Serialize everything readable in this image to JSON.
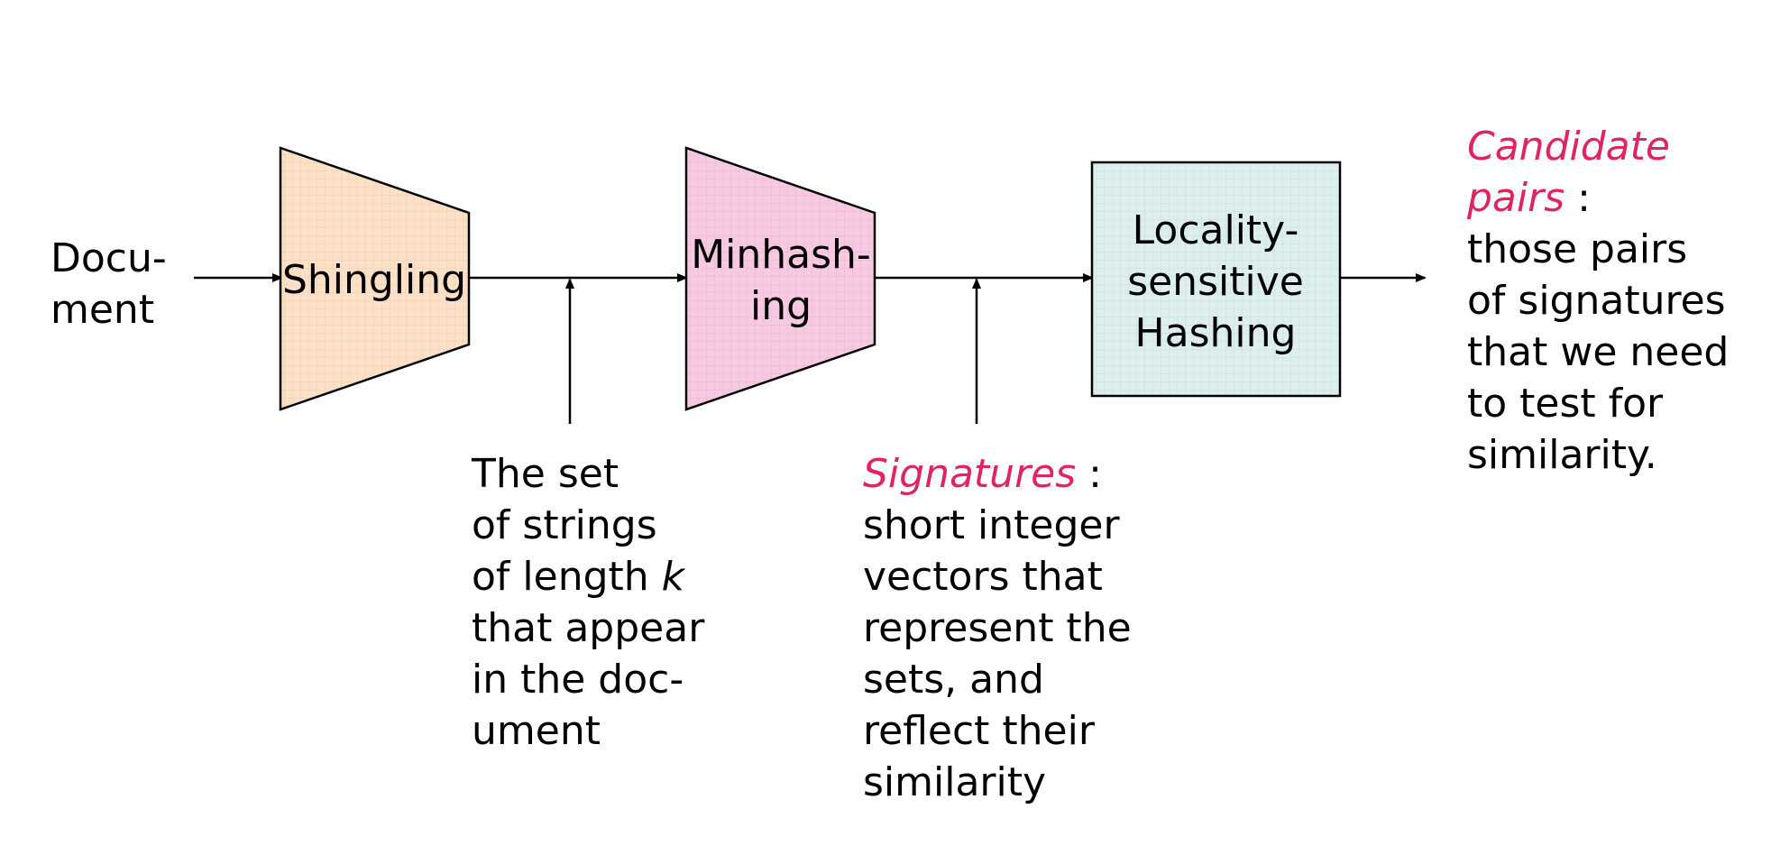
{
  "colors": {
    "shingling_fill": "#fde1c6",
    "minhashing_fill": "#f8c9e2",
    "lsh_fill": "#dcefee",
    "stroke": "#000000",
    "accent": "#e0245e"
  },
  "input": {
    "line1": "Docu-",
    "line2": "ment"
  },
  "stages": {
    "shingling": {
      "label": "Shingling"
    },
    "minhashing": {
      "line1": "Minhash-",
      "line2": "ing"
    },
    "lsh": {
      "line1": "Locality-",
      "line2": "sensitive",
      "line3": "Hashing"
    }
  },
  "annotations": {
    "shingles": {
      "line1": "The set",
      "line2": "of strings",
      "line3_prefix": "of length",
      "line3_var": "k",
      "line4": "that appear",
      "line5": "in the doc-",
      "line6": "ument"
    },
    "signatures": {
      "term": "Signatures",
      "colon": ":",
      "line2": "short integer",
      "line3": "vectors that",
      "line4": "represent the",
      "line5": "sets, and",
      "line6": "reflect their",
      "line7": "similarity"
    },
    "candidates": {
      "term_line1": "Candidate",
      "term_line2": "pairs",
      "colon": ":",
      "line3": "those pairs",
      "line4": "of signatures",
      "line5": "that we need",
      "line6": "to test for",
      "line7": "similarity."
    }
  }
}
